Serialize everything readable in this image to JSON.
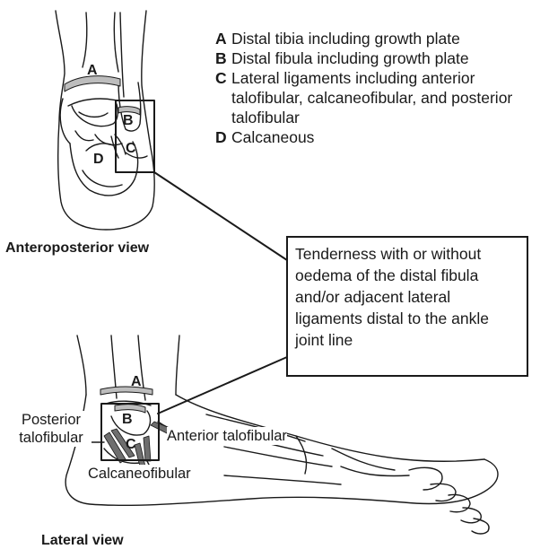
{
  "legend": [
    {
      "letter": "A",
      "text": "Distal tibia including growth plate"
    },
    {
      "letter": "B",
      "text": "Distal fibula including growth plate"
    },
    {
      "letter": "C",
      "text": "Lateral ligaments including anterior talofibular, calcaneofibular, and posterior talofibular"
    },
    {
      "letter": "D",
      "text": "Calcaneous"
    }
  ],
  "views": {
    "anteroposterior": "Anteroposterior view",
    "lateral": "Lateral view"
  },
  "callout": "Tenderness with or without oedema of the distal fibula and/or adjacent lateral ligaments distal to the ankle joint line",
  "ligament_labels": {
    "posterior": "Posterior talofibular",
    "anterior": "Anterior talofibular",
    "calcaneo": "Calcaneofibular"
  },
  "markers": {
    "A": "A",
    "B": "B",
    "C": "C",
    "D": "D"
  },
  "colors": {
    "bone_highlight": "#bdbdbd",
    "ligament": "#6e6e6e",
    "outline": "#1a1a1a"
  }
}
